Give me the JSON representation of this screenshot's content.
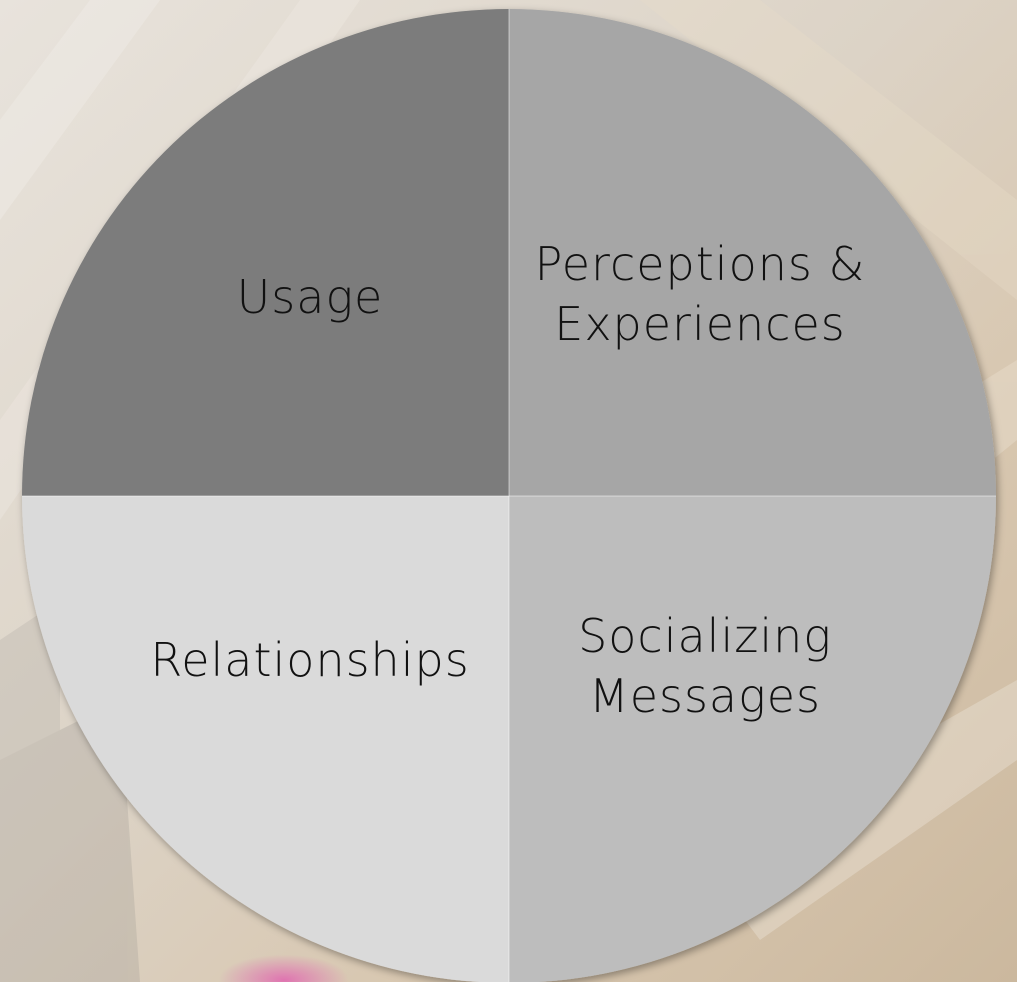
{
  "colors": {
    "top_left": "#7c7c7c",
    "top_right": "#a6a6a6",
    "bottom_left": "#dadada",
    "bottom_right": "#bdbdbd",
    "text": "#111111"
  },
  "quadrants": {
    "top_left": {
      "lines": [
        "Usage"
      ]
    },
    "top_right": {
      "lines": [
        "Perceptions &",
        "Experiences"
      ]
    },
    "bottom_left": {
      "lines": [
        "Relationships"
      ]
    },
    "bottom_right": {
      "lines": [
        "Socializing",
        "Messages"
      ]
    }
  }
}
